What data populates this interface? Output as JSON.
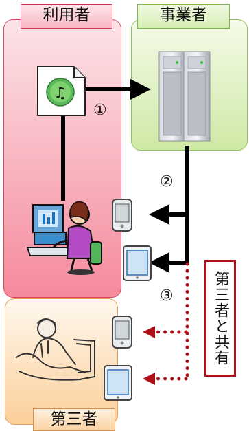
{
  "user_group": {
    "label": "利用者"
  },
  "business_group": {
    "label": "事業者"
  },
  "third_party_group": {
    "label": "第三者"
  },
  "steps": {
    "one": "①",
    "two": "②",
    "three": "③"
  },
  "share_label": "第三者と共有",
  "colors": {
    "user_border": "#d24a62",
    "business_border": "#8fc45a",
    "third_border": "#e3a060",
    "arrow": "#000000",
    "share_arrow": "#b0101a"
  },
  "icons": [
    "music-file-icon",
    "server-icon",
    "pc-user-icon",
    "mobile-phone-icon",
    "tablet-icon",
    "business-man-icon"
  ]
}
